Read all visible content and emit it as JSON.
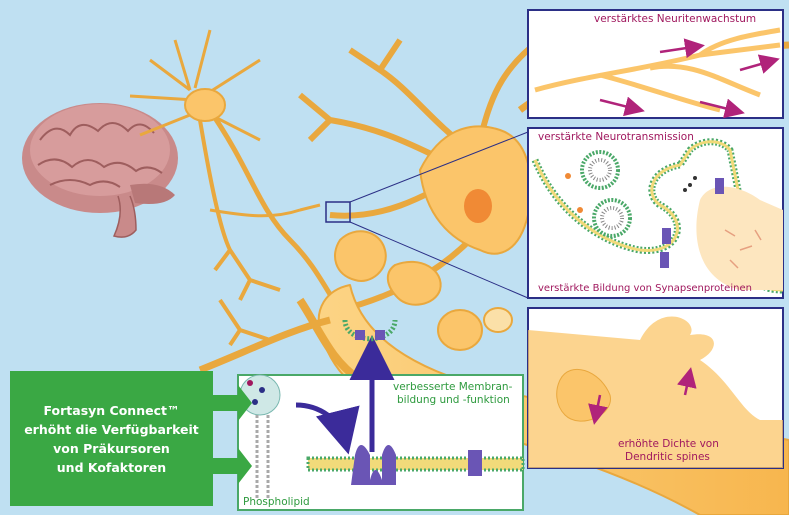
{
  "panels": {
    "neurite": {
      "label": "verstärktes Neuritenwachstum"
    },
    "neurotransmission": {
      "label": "verstärkte Neurotransmission"
    },
    "synaptic_proteins": {
      "label": "verstärkte Bildung von Synapsenproteinen"
    },
    "dendritic": {
      "line1": "erhöhte Dichte von",
      "line2": "Dendritic spines"
    }
  },
  "membrane": {
    "line1": "verbesserte Membran-",
    "line2": "bildung und -funktion",
    "phospholipid_label": "Phospholipid"
  },
  "fortasyn": {
    "line1": "Fortasyn Connect™",
    "line2": "erhöht die Verfügbarkeit",
    "line3": "von Präkursoren",
    "line4": "und Kofaktoren"
  },
  "colors": {
    "background": "#bfe0f2",
    "neuron": "#fbc56a",
    "neuron_edge": "#e9a83e",
    "panel_border": "#2b2f86",
    "magenta_arrow": "#b0237a",
    "membrane_green": "#4aa868",
    "membrane_yellow": "#f1da7a",
    "callout_green": "#3aa844",
    "purple_protein": "#6a55b5"
  },
  "icons": [
    "brain-icon",
    "neuron-icon",
    "phospholipid-icon",
    "membrane-protein-icon",
    "arrow-icon"
  ]
}
